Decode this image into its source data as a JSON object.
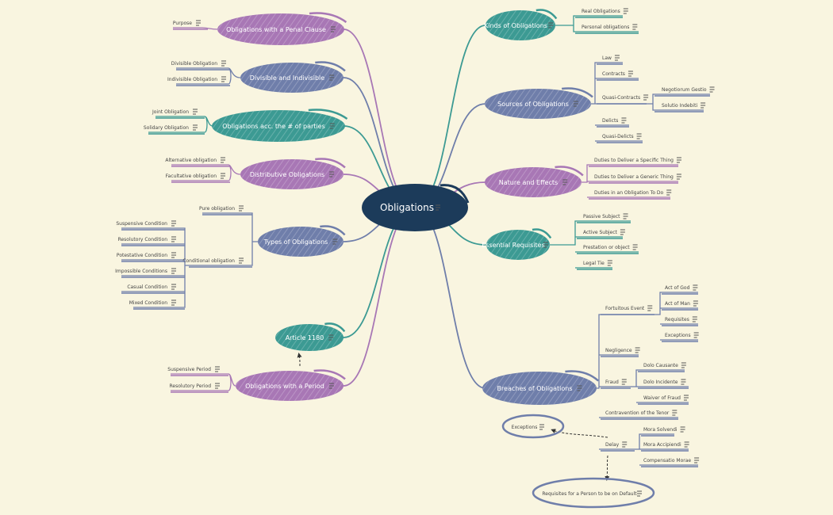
{
  "root": {
    "label": "Obligations",
    "color": "#1c3b5a"
  },
  "colors": {
    "teal": "#3c9a93",
    "slate": "#6f7eaa",
    "purple": "#a877b5",
    "background": "#f9f5e0"
  },
  "icon_names": {
    "note": "note-lines-icon",
    "arrow": "dashed-arrow"
  },
  "nodes": {
    "penal": "Obligations with a Penal Clause",
    "purpose": "Purpose",
    "divisible": "Divisible and Indivisible",
    "divisible_oblig": "Divisible Obligation",
    "indivisible_oblig": "Indivisible Obligation",
    "parties": "Obligations acc. the # of parties",
    "joint": "Joint Obligation",
    "solidary": "Solidary Obligation",
    "distributive": "Distributive Obligations",
    "alternative": "Alternative obligation",
    "facultative": "Facultative obligation",
    "types": "Types of Obligations",
    "pure": "Pure obligation",
    "conditional": "Conditional obligation",
    "suspensive_cond": "Suspensive Condition",
    "resolutory_cond": "Resolutory Condition",
    "potestative": "Potestative Condition",
    "impossible": "Impossible Conditions",
    "casual": "Casual Condition",
    "mixed": "Mixed Condition",
    "article": "Article 1180",
    "period": "Obligations with a Period",
    "suspensive_period": "Suspensive Period",
    "resolutory_period": "Resolutory Period",
    "kinds": "Kinds of Obligations",
    "real": "Real Obligations",
    "personal": "Personal obligations",
    "sources": "Sources of Obligations",
    "law": "Law",
    "contracts": "Contracts",
    "quasi_contracts": "Quasi-Contracts",
    "negotiorum": "Negotiorum Gestio",
    "solutio": "Solutio Indebiti",
    "delicts": "Delicts",
    "quasi_delicts": "Quasi-Delicts",
    "nature": "Nature and Effects",
    "duties_specific": "Duties to Deliver a Specific Thing",
    "duties_generic": "Duties to Deliver a Generic Thing",
    "duties_todo": "Duties in an Obligation To Do",
    "essential": "Essential Requisites",
    "passive": "Passive Subject",
    "active": "Active Subject",
    "prestation": "Prestation or object",
    "legal_tie": "Legal Tie",
    "breaches": "Breaches of Obligations",
    "fortuitous": "Fortuitous Event",
    "act_god": "Act of God",
    "act_man": "Act of Man",
    "requisites": "Requisites",
    "exceptions_sub": "Exceptions",
    "negligence": "Negligence",
    "fraud": "Fraud",
    "dolo_causante": "Dolo Causante",
    "dolo_incidente": "Dolo Incidente",
    "waiver": "Waiver of Fraud",
    "contravention": "Contravention of the Tenor",
    "delay": "Delay",
    "mora_solvendi": "Mora Solvendi",
    "mora_accipiendi": "Mora Accipiendi",
    "compensatio": "Compensatio Morae",
    "exceptions_float": "Exceptions",
    "requisites_default": "Requisites for a Person to be on Default"
  }
}
